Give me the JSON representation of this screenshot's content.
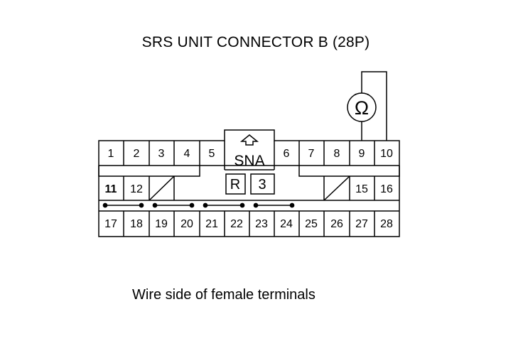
{
  "title": "SRS UNIT CONNECTOR B (28P)",
  "caption": "Wire side of female terminals",
  "meter_symbol": "Ω",
  "connector": {
    "key_label": "SNA",
    "marks": [
      "R",
      "3"
    ],
    "row1": [
      "1",
      "2",
      "3",
      "4",
      "5",
      "6",
      "7",
      "8",
      "9",
      "10"
    ],
    "row2": [
      "11",
      "12",
      "15",
      "16"
    ],
    "row3": [
      "17",
      "18",
      "19",
      "20",
      "21",
      "22",
      "23",
      "24",
      "25",
      "26",
      "27",
      "28"
    ],
    "probe_terminals": [
      "9",
      "10"
    ],
    "shorted_pairs": [
      [
        "17",
        "18"
      ],
      [
        "19",
        "20"
      ],
      [
        "21",
        "22"
      ],
      [
        "23",
        "24"
      ]
    ]
  }
}
